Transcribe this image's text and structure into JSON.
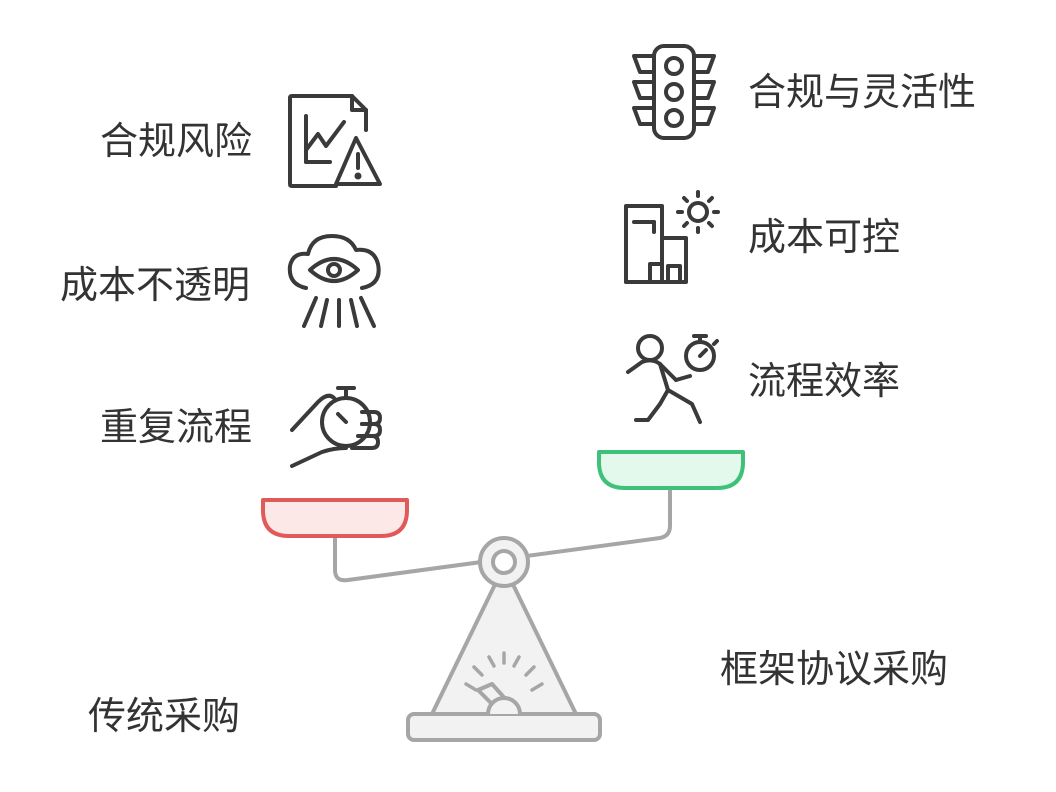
{
  "left_side": {
    "title": "传统采购",
    "items": [
      {
        "label": "合规风险",
        "icon": "chart-warning-document-icon"
      },
      {
        "label": "成本不透明",
        "icon": "cloud-eye-icon"
      },
      {
        "label": "重复流程",
        "icon": "hand-stopwatch-icon"
      }
    ],
    "pan_color": "#e05a5a",
    "pan_fill": "#fde8e8"
  },
  "right_side": {
    "title": "框架协议采购",
    "items": [
      {
        "label": "合规与灵活性",
        "icon": "traffic-light-icon"
      },
      {
        "label": "成本可控",
        "icon": "building-sun-icon"
      },
      {
        "label": "流程效率",
        "icon": "runner-stopwatch-icon"
      }
    ],
    "pan_color": "#3ec27a",
    "pan_fill": "#e3f9ec"
  },
  "colors": {
    "icon_stroke": "#3a3a3a",
    "scale_stroke": "#a6a6a6",
    "scale_fill": "#f2f2f2"
  }
}
